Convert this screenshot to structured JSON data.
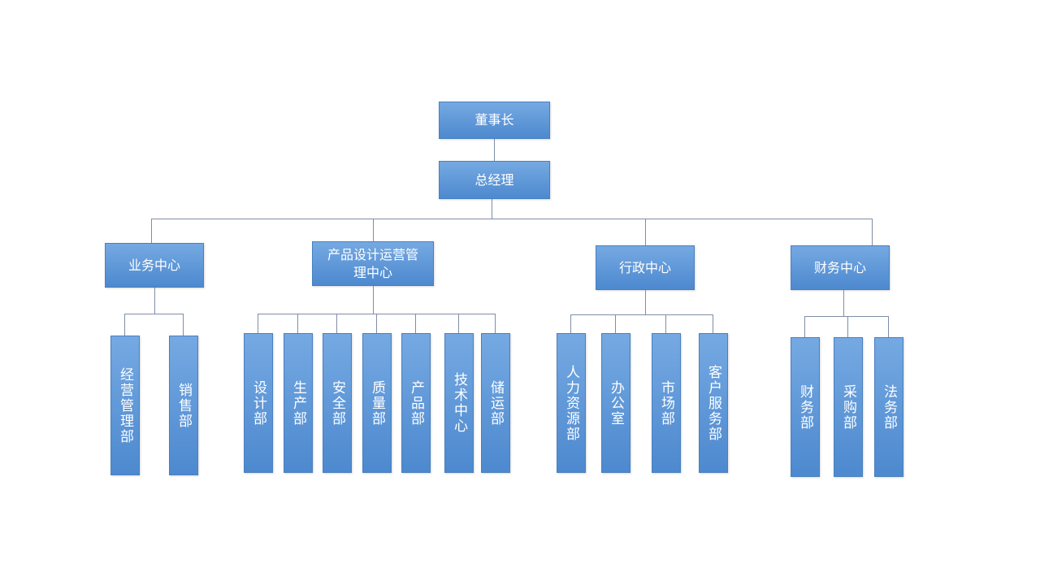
{
  "colors": {
    "box_top": "#75a9e2",
    "box_bottom": "#4d89cf",
    "line": "#7f8ea6"
  },
  "chairman": "董事长",
  "general_manager": "总经理",
  "centers": [
    {
      "label": "业务中心",
      "departments": [
        "经营管理部",
        "销售部"
      ]
    },
    {
      "label": "产品设计运营管理中心",
      "departments": [
        "设计部",
        "生产部",
        "安全部",
        "质量部",
        "产品部",
        "技术中心",
        "储运部"
      ]
    },
    {
      "label": "行政中心",
      "departments": [
        "人力资源部",
        "办公室",
        "市场部",
        "客户服务部"
      ]
    },
    {
      "label": "财务中心",
      "departments": [
        "财务部",
        "采购部",
        "法务部"
      ]
    }
  ]
}
